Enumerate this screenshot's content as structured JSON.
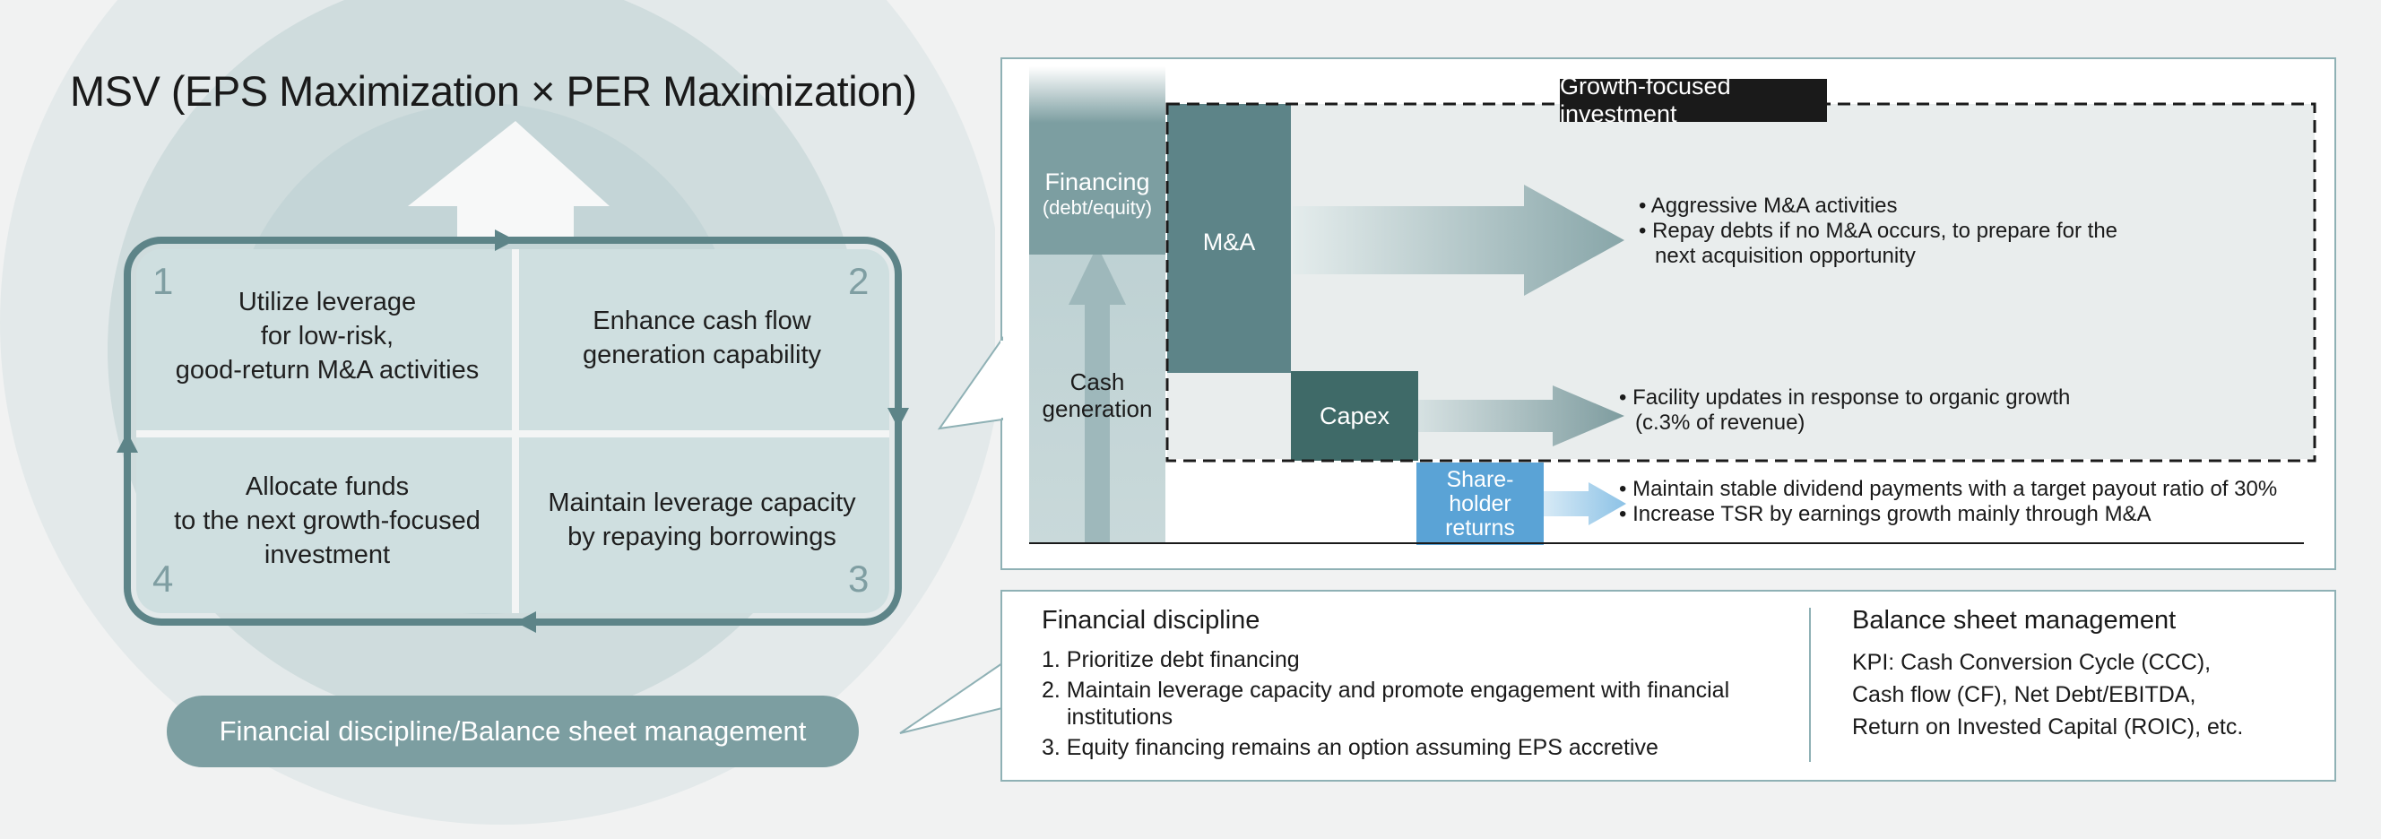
{
  "title": "MSV (EPS Maximization × PER Maximization)",
  "cycle": {
    "q1": {
      "num": "1",
      "text": "Utilize leverage\nfor low-risk,\ngood-return M&A activities"
    },
    "q2": {
      "num": "2",
      "text": "Enhance cash flow\ngeneration capability"
    },
    "q3": {
      "num": "3",
      "text": "Maintain leverage capacity\nby repaying borrowings"
    },
    "q4": {
      "num": "4",
      "text": "Allocate funds\nto the next growth-focused\ninvestment"
    },
    "footer": "Financial discipline/Balance sheet management"
  },
  "flow": {
    "growth_label": "Growth-focused investment",
    "financing": "Financing",
    "financing_sub": "(debt/equity)",
    "cash_generation": "Cash\ngeneration",
    "ma": "M&A",
    "capex": "Capex",
    "shareholder": "Share-\nholder\nreturns",
    "ma_bullets": [
      "Aggressive M&A activities",
      "Repay debts if no M&A occurs, to prepare for the next acquisition opportunity"
    ],
    "capex_bullets": [
      "Facility updates in response to organic growth (c.3% of revenue)"
    ],
    "shareholder_bullets": [
      "Maintain stable dividend payments with a target payout ratio of 30%",
      "Increase TSR by earnings growth mainly through M&A"
    ]
  },
  "financial_discipline": {
    "title": "Financial discipline",
    "items": [
      "1. Prioritize debt financing",
      "2. Maintain leverage capacity and promote engagement with financial institutions",
      "3. Equity financing remains an option assuming EPS accretive"
    ]
  },
  "balance_sheet": {
    "title": "Balance sheet management",
    "kpi": "KPI: Cash Conversion Cycle (CCC),\nCash flow (CF), Net Debt/EBITDA,\nReturn on Invested Capital (ROIC), etc."
  },
  "colors": {
    "teal_dark": "#5d8488",
    "teal_mid": "#7c9ea1",
    "capex": "#3f6a68",
    "blue": "#5aa3d6",
    "circle": "#d9e4e5"
  }
}
